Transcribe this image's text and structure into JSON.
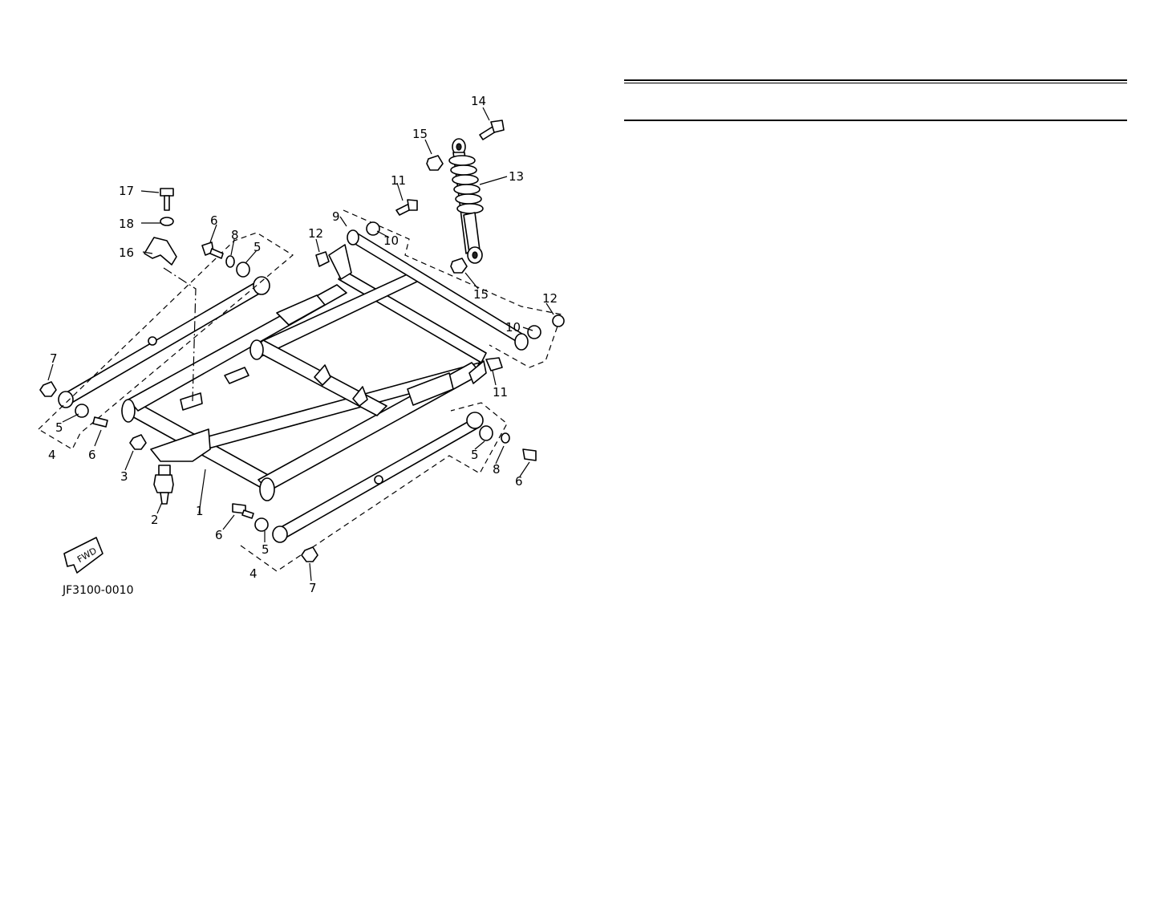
{
  "diagram_code": "JF3100-0010",
  "fwd_badge": "FWD",
  "callouts": [
    "1",
    "2",
    "3",
    "4",
    "5",
    "6",
    "7",
    "8",
    "9",
    "10",
    "11",
    "12",
    "13",
    "14",
    "15",
    "16",
    "17",
    "18"
  ]
}
